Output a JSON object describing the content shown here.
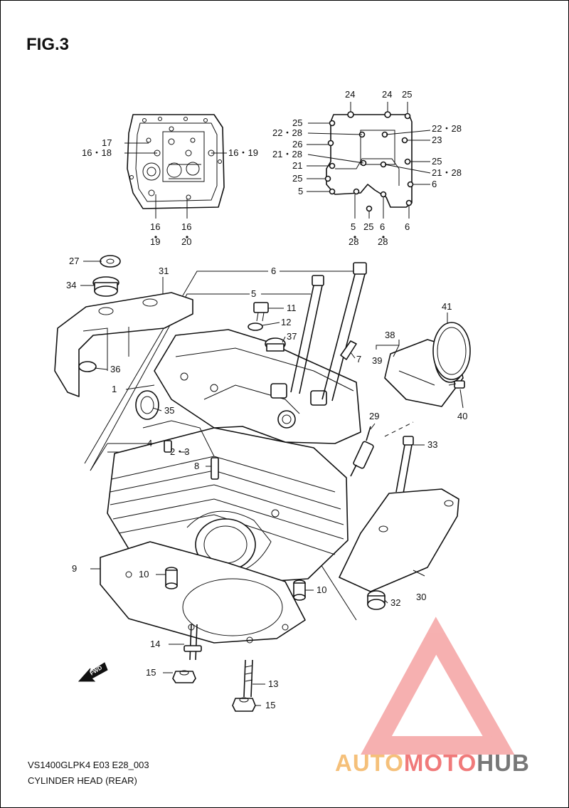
{
  "figure_title": "FIG.3",
  "caption": {
    "code": "VS1400GLPK4 E03 E28_003",
    "name": "CYLINDER HEAD (REAR)"
  },
  "watermark": {
    "word_a": "AUTO",
    "word_b": "MOTO",
    "word_c": "HUB",
    "color_a": "#f5c07a",
    "color_b": "#f07a7a",
    "color_c": "#777777",
    "logo_color": "#f5a3a3"
  },
  "inset_left_labels": {
    "l17": "17",
    "l16_18": "16・18",
    "l16_19": "16・19",
    "b16a": "16",
    "b19": "19",
    "b16b": "16",
    "b20": "20"
  },
  "inset_right_labels": {
    "t24a": "24",
    "t24b": "24",
    "t25": "25",
    "r25a": "25",
    "r22_28a": "22・28",
    "r26": "26",
    "r21_28a": "21・28",
    "r21": "21",
    "r25b": "25",
    "r5": "5",
    "r22_28b": "22・28",
    "r23": "23",
    "r25c": "25",
    "r21_28b": "21・28",
    "r6a": "6",
    "b5": "5",
    "b28a": "28",
    "b25": "25",
    "b6": "6",
    "b28b": "28",
    "b6c": "6"
  },
  "main_labels": {
    "p1": "1",
    "p2_3": "2・3",
    "p4": "4",
    "p5": "5",
    "p6": "6",
    "p7": "7",
    "p8": "8",
    "p9": "9",
    "p10a": "10",
    "p10b": "10",
    "p11": "11",
    "p12": "12",
    "p13": "13",
    "p14": "14",
    "p15a": "15",
    "p15b": "15",
    "p27": "27",
    "p29": "29",
    "p30": "30",
    "p31": "31",
    "p32": "32",
    "p33": "33",
    "p34": "34",
    "p35": "35",
    "p36": "36",
    "p37": "37",
    "p38": "38",
    "p39": "39",
    "p40": "40",
    "p41": "41",
    "fwd": "FWD"
  }
}
